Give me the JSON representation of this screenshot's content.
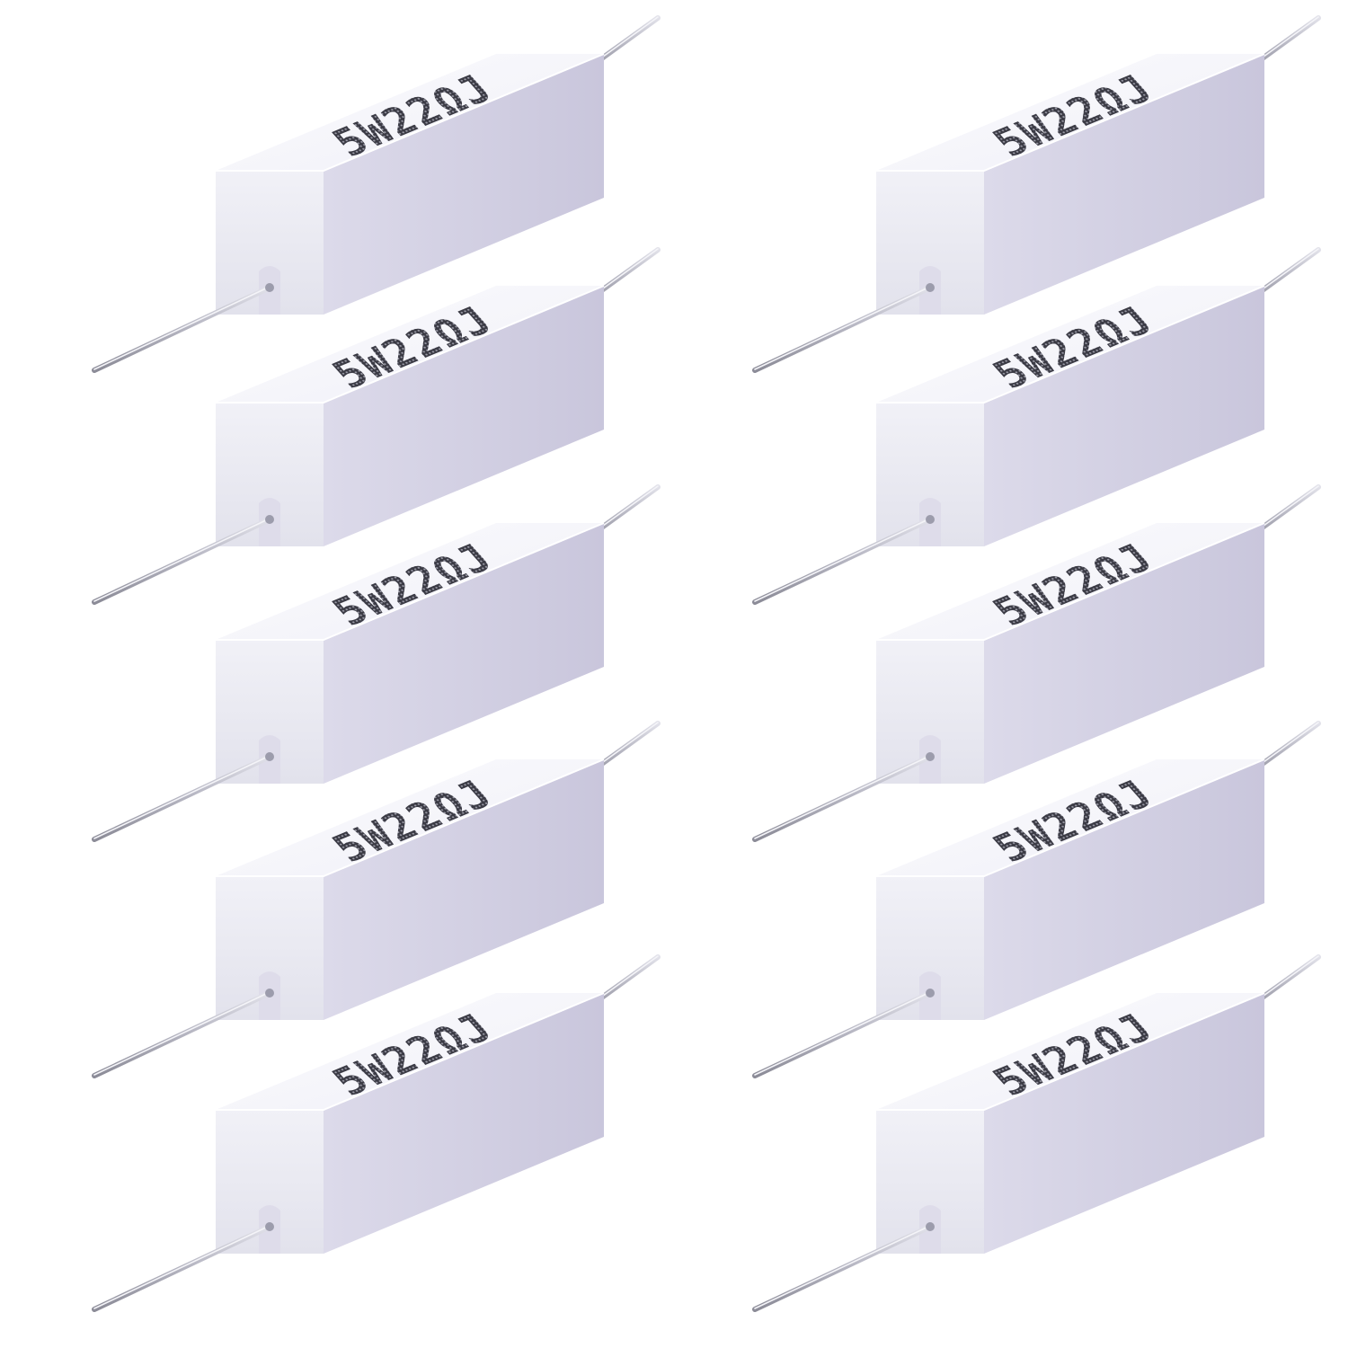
{
  "product_photo": {
    "component": "ceramic cement wirewound resistor",
    "quantity_shown": 10,
    "columns": 2,
    "rows_per_column": 5,
    "marking_text": "5W22ΩJ",
    "colors": {
      "background": "#ffffff",
      "body_top": "#f9f9fd",
      "body_front": "#ececf4",
      "body_side": "#d4d2e4",
      "lead_wire": "#b8b8c4",
      "marking_dots": "#3a3a44"
    },
    "resistors": [
      {
        "id": "left-1"
      },
      {
        "id": "left-2"
      },
      {
        "id": "left-3"
      },
      {
        "id": "left-4"
      },
      {
        "id": "left-5"
      },
      {
        "id": "right-1"
      },
      {
        "id": "right-2"
      },
      {
        "id": "right-3"
      },
      {
        "id": "right-4"
      },
      {
        "id": "right-5"
      }
    ]
  }
}
